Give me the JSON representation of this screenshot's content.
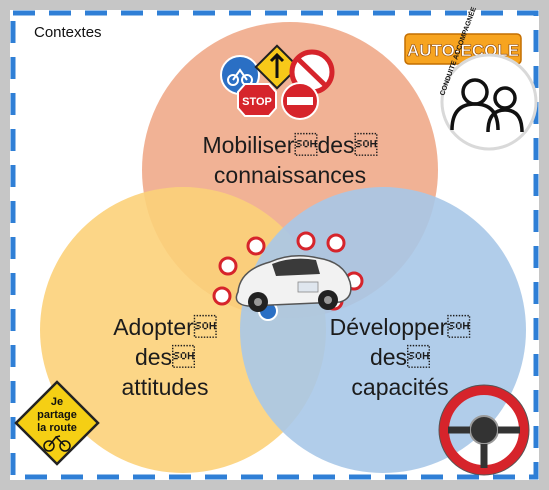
{
  "header": {
    "label": "Contextes"
  },
  "circles": {
    "top": {
      "line1": "Mobiliser\u0001des\u0001",
      "line2": "connaissances",
      "color": "#f0aa8a"
    },
    "left": {
      "line1": "Adopter\u0001",
      "line2": "des\u0001",
      "line3": "attitudes",
      "color": "#fcd27a"
    },
    "right": {
      "line1": "Développer\u0001",
      "line2": "des\u0001",
      "line3": "capacités",
      "color": "#a9c8e8"
    }
  },
  "badges": {
    "auto_ecole": {
      "title": "AUTO-ECOLE",
      "arc_text": "CONDUITE ACCOMPAGNÉE"
    },
    "sign": {
      "line1": "Je",
      "line2": "partage",
      "line3": "la route"
    },
    "road_signs": {
      "stop": "STOP"
    }
  },
  "colors": {
    "dash_blue": "#2f7fd6",
    "frame_gray": "#c6c6c6",
    "sign_yellow": "#f5cf14",
    "auto_ecole_orange": "#f7a420"
  }
}
